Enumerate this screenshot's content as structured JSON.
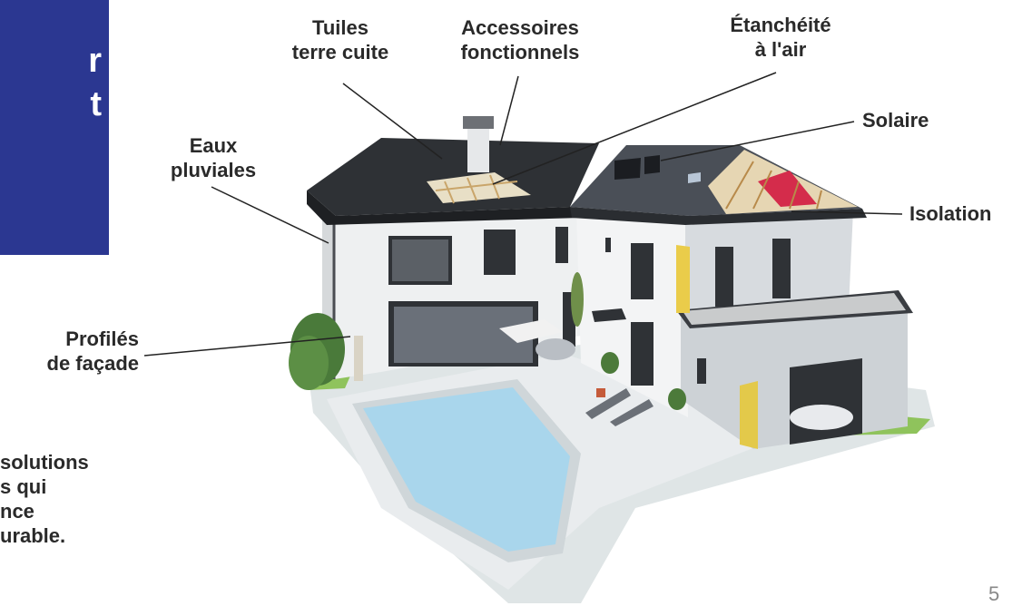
{
  "panel": {
    "line1": "r",
    "line2": "t"
  },
  "labels": {
    "tuiles": [
      "Tuiles",
      "terre cuite"
    ],
    "accessoires": [
      "Accessoires",
      "fonctionnels"
    ],
    "etancheite": [
      "Étanchéité",
      "à l'air"
    ],
    "solaire": "Solaire",
    "eaux": [
      "Eaux",
      "pluviales"
    ],
    "isolation": "Isolation",
    "profiles": [
      "Profilés",
      "de façade"
    ]
  },
  "body_text": [
    "solutions",
    "s qui",
    "nce",
    "urable."
  ],
  "page_number": "5",
  "colors": {
    "panel": "#2b3791",
    "text": "#2a2a2a"
  }
}
